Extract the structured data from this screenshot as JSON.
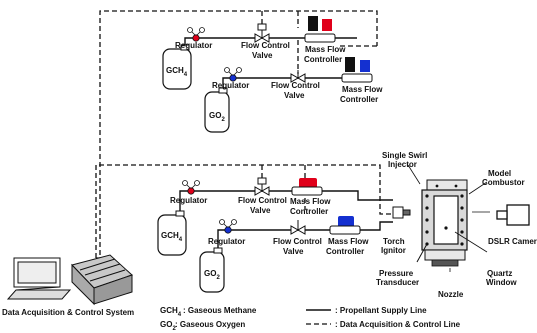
{
  "labels": {
    "gch4_top": "GCH",
    "gch4_top_sub": "4",
    "gch4_bottom": "GCH",
    "gch4_bottom_sub": "4",
    "go2_top": "GO",
    "go2_top_sub": "2",
    "go2_bottom": "GO",
    "go2_bottom_sub": "2",
    "regulator": "Regulator",
    "flow_control": "Flow Control",
    "valve": "Valve",
    "mass_flow": "Mass Flow",
    "controller": "Controller",
    "single_swirl": "Single Swirl",
    "injector": "Injector",
    "model": "Model",
    "combustor": "Combustor",
    "dslr_camera": "DSLR Camera",
    "quartz": "Quartz",
    "window": "Window",
    "pressure": "Pressure",
    "transducer": "Transducer",
    "nozzle": "Nozzle",
    "torch": "Torch",
    "ignitor": "Ignitor",
    "daq_system": "Data Acquisition & Control System"
  },
  "legend": {
    "gch4_abbr": "GCH",
    "gch4_sub": "4",
    "gch4_desc": ": Gaseous Methane",
    "go2_abbr": "GO",
    "go2_sub": "2",
    "go2_desc": ": Gaseous Oxygen",
    "solid_desc": ": Propellant Supply Line",
    "dashed_desc": ": Data Acquisition & Control  Line"
  },
  "colors": {
    "methane": "#e0001a",
    "oxygen": "#1430d0",
    "line": "#111111"
  }
}
